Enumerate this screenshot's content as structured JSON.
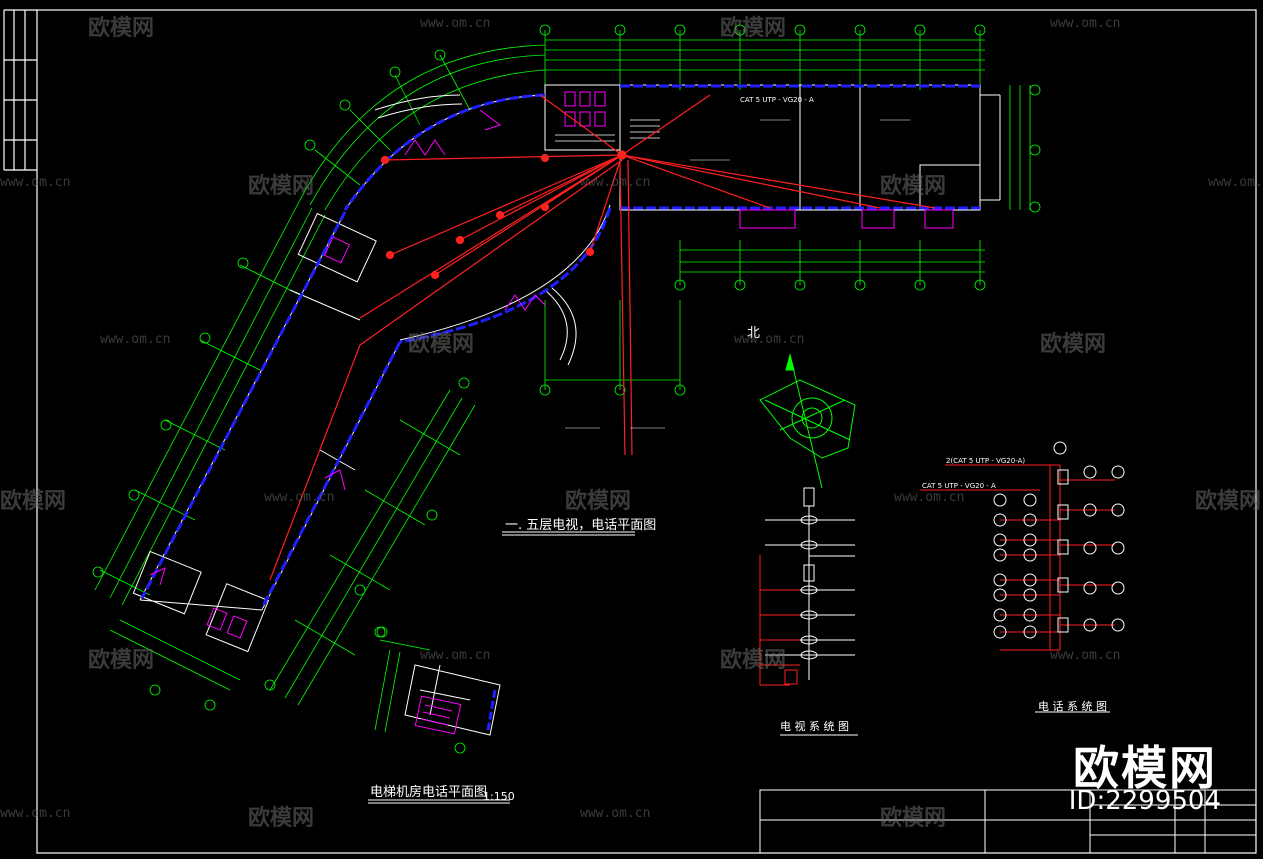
{
  "drawing": {
    "title_floor": "一. 五层电视，电话平面图",
    "title_elevator": "电梯机房电话平面图",
    "scale_elevator": "1:150",
    "north_label": "北",
    "tv_system_title": "电 视 系 统 图",
    "phone_system_title": "电 话 系 统 图",
    "phone_cable_top": "2(CAT 5 UTP - VG20-A)",
    "phone_cable_mid": "CAT 5 UTP - VG20 - A",
    "cable_label_main": "CAT 5 UTP - VG20 - A"
  },
  "watermark": {
    "brand": "欧模网",
    "url": "www.om.cn",
    "big_brand": "欧模网",
    "id_text": "ID:2299504"
  },
  "colors": {
    "background": "#000000",
    "wall_blue": "#2020ff",
    "wire_red": "#ff2020",
    "dim_green": "#00ff00",
    "fixture_magenta": "#ff00ff",
    "line_white": "#ffffff"
  }
}
